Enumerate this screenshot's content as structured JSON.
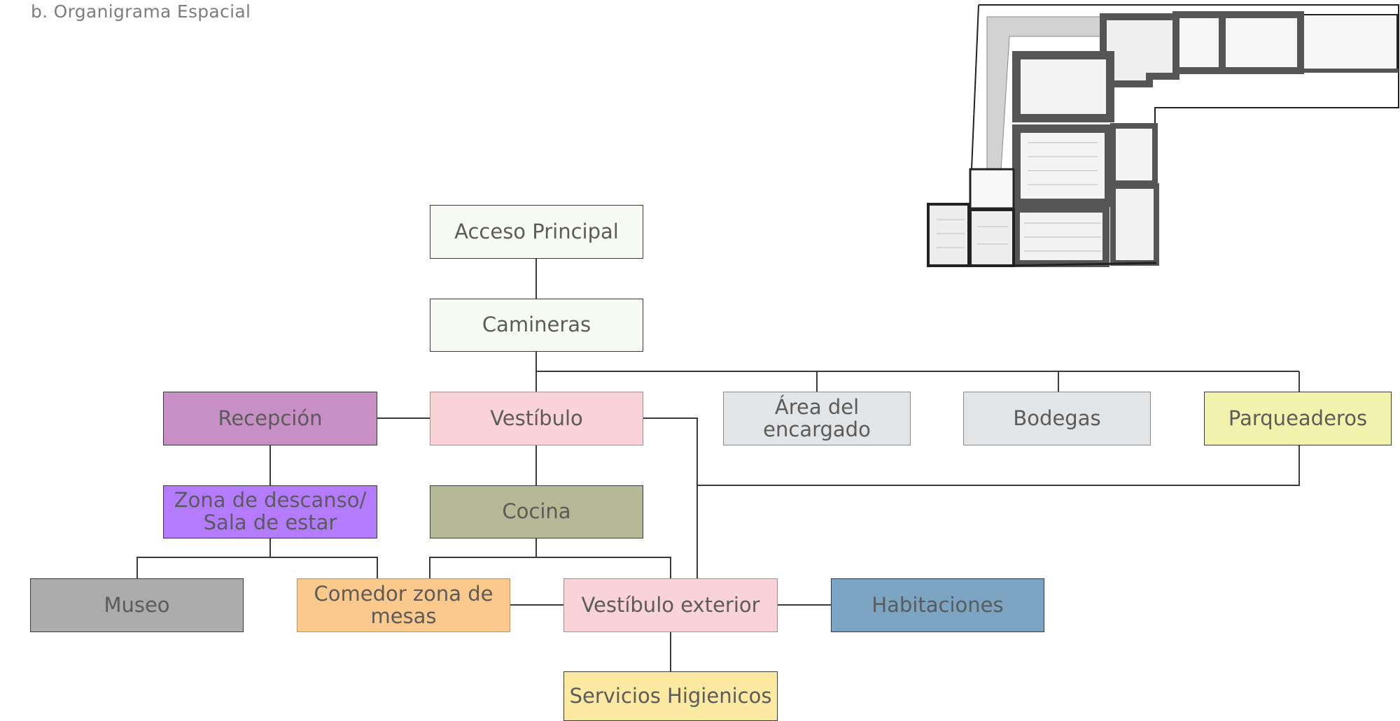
{
  "caption": "b. Organigrama Espacial",
  "nodes": {
    "acceso_principal": "Acceso Principal",
    "camineras": "Camineras",
    "recepcion": "Recepción",
    "vestibulo": "Vestíbulo",
    "area_encargado": "Área del encargado",
    "bodegas": "Bodegas",
    "parqueaderos": "Parqueaderos",
    "zona_descanso": "Zona de descanso/ Sala de estar",
    "cocina": "Cocina",
    "museo": "Museo",
    "comedor": "Comedor zona de mesas",
    "vestibulo_exterior": "Vestíbulo exterior",
    "habitaciones": "Habitaciones",
    "servicios_higienicos": "Servicios Higienicos"
  },
  "colors": {
    "line": "#3a3a3a",
    "text": "#5b5b5b",
    "acceso": "#f8fbf4",
    "recepcion": "#c78fc6",
    "vestibulo": "#f9d3d7",
    "gray_light": "#e3e4e6",
    "parqueaderos": "#f1f3ad",
    "zona_descanso": "#b57bff",
    "cocina": "#b5b995",
    "museo": "#acacac",
    "comedor": "#fbc98c",
    "habitaciones": "#7ba5c3",
    "servicios": "#fbe9a1"
  },
  "floor_plan": {
    "icon": "architectural-floor-plan"
  }
}
